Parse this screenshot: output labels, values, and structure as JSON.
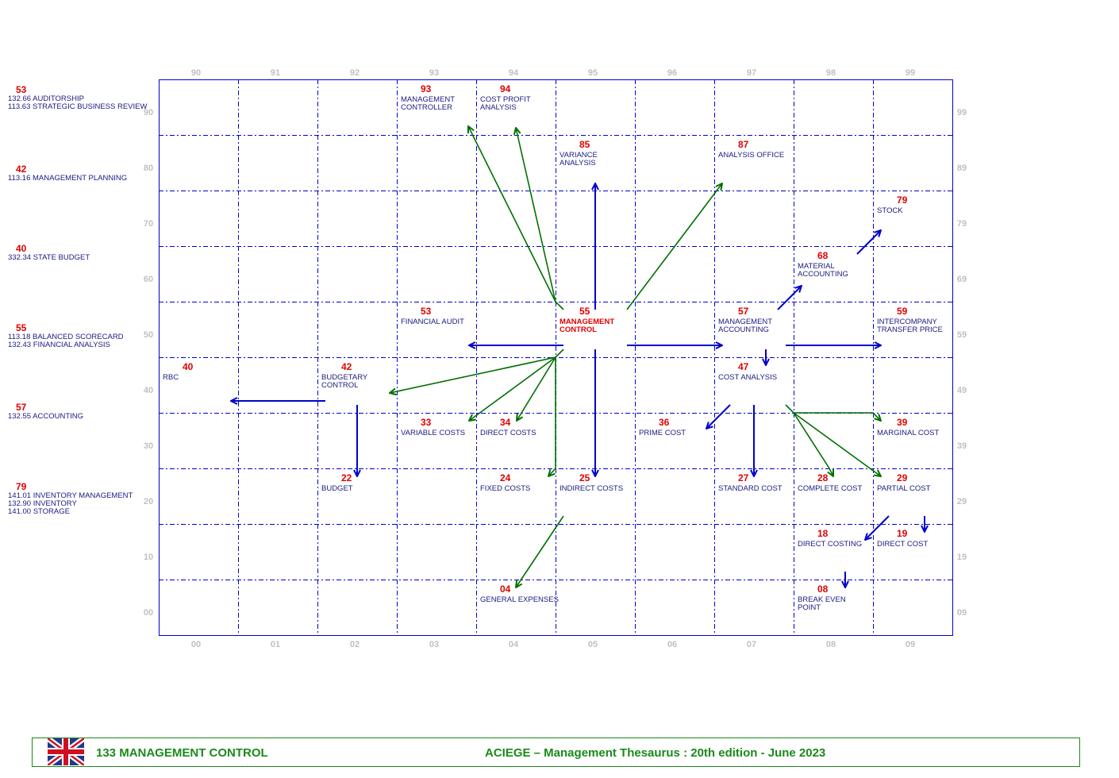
{
  "axes": {
    "top": [
      "90",
      "91",
      "92",
      "93",
      "94",
      "95",
      "96",
      "97",
      "98",
      "99"
    ],
    "bottom": [
      "00",
      "01",
      "02",
      "03",
      "04",
      "05",
      "06",
      "07",
      "08",
      "09"
    ],
    "left": [
      "90",
      "80",
      "70",
      "60",
      "50",
      "40",
      "30",
      "20",
      "10",
      "00"
    ],
    "right": [
      "99",
      "89",
      "79",
      "69",
      "59",
      "49",
      "39",
      "29",
      "19",
      "09"
    ]
  },
  "related": [
    {
      "num": "53",
      "lines": [
        "132.66 AUDITORSHIP",
        "113.63 STRATEGIC BUSINESS REVIEW"
      ]
    },
    {
      "num": "42",
      "lines": [
        "113.16 MANAGEMENT PLANNING"
      ]
    },
    {
      "num": "40",
      "lines": [
        "332.34 STATE BUDGET"
      ]
    },
    {
      "num": "55",
      "lines": [
        "113.18 BALANCED SCORECARD",
        "132.43 FINANCIAL ANALYSIS"
      ]
    },
    {
      "num": "57",
      "lines": [
        "132.55 ACCOUNTING"
      ]
    },
    {
      "num": "79",
      "lines": [
        "141.01 INVENTORY MANAGEMENT",
        "132.90 INVENTORY",
        "141.00 STORAGE"
      ]
    }
  ],
  "nodes": [
    {
      "num": "93",
      "lines": [
        "MANAGEMENT",
        "CONTROLLER"
      ]
    },
    {
      "num": "94",
      "lines": [
        "COST PROFIT",
        "ANALYSIS"
      ]
    },
    {
      "num": "85",
      "lines": [
        "VARIANCE",
        "ANALYSIS"
      ]
    },
    {
      "num": "87",
      "lines": [
        "ANALYSIS OFFICE"
      ]
    },
    {
      "num": "79",
      "lines": [
        "STOCK"
      ]
    },
    {
      "num": "68",
      "lines": [
        "MATERIAL",
        "ACCOUNTING"
      ]
    },
    {
      "num": "53",
      "lines": [
        "FINANCIAL AUDIT"
      ]
    },
    {
      "num": "55",
      "lines": [
        "MANAGEMENT",
        "CONTROL"
      ]
    },
    {
      "num": "57",
      "lines": [
        "MANAGEMENT",
        "ACCOUNTING"
      ]
    },
    {
      "num": "59",
      "lines": [
        "INTERCOMPANY",
        "TRANSFER PRICE"
      ]
    },
    {
      "num": "40",
      "lines": [
        "RBC"
      ]
    },
    {
      "num": "42",
      "lines": [
        "BUDGETARY",
        "CONTROL"
      ]
    },
    {
      "num": "47",
      "lines": [
        "COST ANALYSIS"
      ]
    },
    {
      "num": "33",
      "lines": [
        "VARIABLE COSTS"
      ]
    },
    {
      "num": "34",
      "lines": [
        "DIRECT COSTS"
      ]
    },
    {
      "num": "36",
      "lines": [
        "PRIME COST"
      ]
    },
    {
      "num": "39",
      "lines": [
        "MARGINAL COST"
      ]
    },
    {
      "num": "22",
      "lines": [
        "BUDGET"
      ]
    },
    {
      "num": "24",
      "lines": [
        "FIXED COSTS"
      ]
    },
    {
      "num": "25",
      "lines": [
        "INDIRECT COSTS"
      ]
    },
    {
      "num": "27",
      "lines": [
        "STANDARD COST"
      ]
    },
    {
      "num": "28",
      "lines": [
        "COMPLETE COST"
      ]
    },
    {
      "num": "29",
      "lines": [
        "PARTIAL COST"
      ]
    },
    {
      "num": "18",
      "lines": [
        "DIRECT COSTING"
      ]
    },
    {
      "num": "19",
      "lines": [
        "DIRECT COST"
      ]
    },
    {
      "num": "04",
      "lines": [
        "GENERAL EXPENSES"
      ]
    },
    {
      "num": "08",
      "lines": [
        "BREAK EVEN",
        "POINT"
      ]
    }
  ],
  "footer": {
    "title": "133  MANAGEMENT CONTROL",
    "source": "ACIEGE  –  Management Thesaurus  :   20th edition  -  June 2023"
  },
  "colors": {
    "grid": "#0000cc",
    "blue_arrow": "#0000cc",
    "green_arrow": "#007000",
    "number": "#e00000",
    "label": "#1a1a80",
    "footer": "#1a8a1a"
  }
}
